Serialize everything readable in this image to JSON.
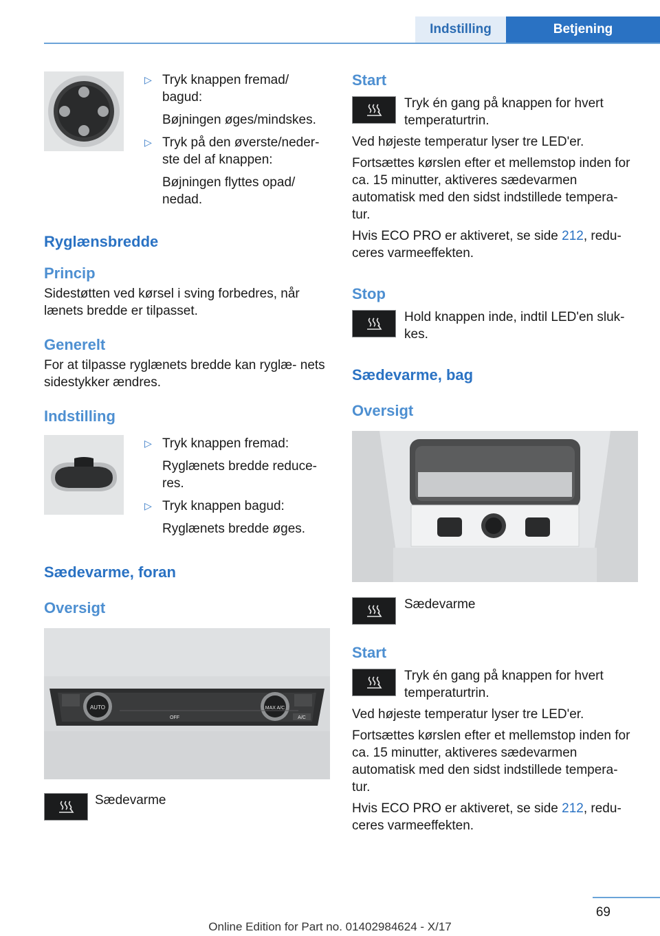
{
  "header": {
    "tab_inactive": "Indstilling",
    "tab_active": "Betjening"
  },
  "left": {
    "curvature_items": [
      {
        "action": "Tryk knappen fremad/ bagud:",
        "result": "Bøjningen øges/mindskes."
      },
      {
        "action": "Tryk på den øverste/neder- ste del af knappen:",
        "result": "Bøjningen flyttes opad/ nedad."
      }
    ],
    "backrest_title": "Ryglænsbredde",
    "princip_title": "Princip",
    "princip_text": "Sidestøtten ved kørsel i sving forbedres, når lænets bredde er tilpasset.",
    "generelt_title": "Generelt",
    "generelt_text": "For at tilpasse ryglænets bredde kan ryglæ- nets sidestykker ændres.",
    "indstilling_title": "Indstilling",
    "width_items": [
      {
        "action": "Tryk knappen fremad:",
        "result": "Ryglænets bredde reduce- res."
      },
      {
        "action": "Tryk knappen bagud:",
        "result": "Ryglænets bredde øges."
      }
    ],
    "front_title": "Sædevarme, foran",
    "front_overview": "Oversigt",
    "front_icon_label": "Sædevarme",
    "panel_buttons": {
      "auto": "AUTO",
      "max_ac": "MAX A/C",
      "ac": "A/C",
      "off": "OFF"
    }
  },
  "right": {
    "start_title": "Start",
    "start_icon_text": "Tryk én gang på knappen for hvert temperaturtrin.",
    "led_text": "Ved højeste temperatur lyser tre LED'er.",
    "continue_text": "Fortsættes kørslen efter et mellemstop inden for ca. 15 minutter, aktiveres sædevarmen automatisk med den sidst indstillede tempera- tur.",
    "eco_before": "Hvis ECO PRO er aktiveret, se side ",
    "eco_page": "212",
    "eco_after": ", redu- ceres varmeeffekten.",
    "stop_title": "Stop",
    "stop_text": "Hold knappen inde, indtil LED'en sluk- kes.",
    "rear_title": "Sædevarme, bag",
    "rear_overview": "Oversigt",
    "rear_icon_label": "Sædevarme",
    "start2_title": "Start",
    "start2_icon_text": "Tryk én gang på knappen for hvert temperaturtrin.",
    "led2_text": "Ved højeste temperatur lyser tre LED'er.",
    "continue2_text": "Fortsættes kørslen efter et mellemstop inden for ca. 15 minutter, aktiveres sædevarmen automatisk med den sidst indstillede tempera- tur.",
    "eco2_before": "Hvis ECO PRO er aktiveret, se side ",
    "eco2_page": "212",
    "eco2_after": ", redu- ceres varmeeffekten."
  },
  "footer": {
    "page_number": "69",
    "edition": "Online Edition for Part no. 01402984624 - X/17"
  },
  "colors": {
    "accent": "#2a72c3",
    "heading_light": "#4d8fd1"
  }
}
